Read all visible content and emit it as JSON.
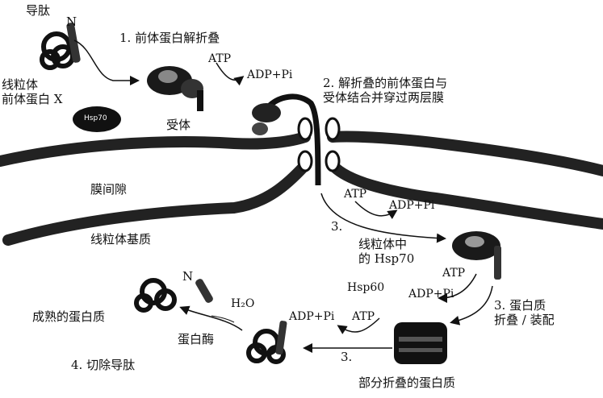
{
  "labels": {
    "daotai_top": "导肽",
    "n_top": "N",
    "precursor_x": "线粒体\n前体蛋白 X",
    "hsp70_cyto": "Hsp70",
    "step1": "1. 前体蛋白解折叠",
    "atp1": "ATP",
    "adp1": "ADP+Pi",
    "step2": "2. 解折叠的前体蛋白与\n受体结合并穿过两层膜",
    "receptor": "受体",
    "intermembrane": "膜间隙",
    "matrix": "线粒体基质",
    "atp2": "ATP",
    "adp2": "ADP+Pi",
    "step3a": "3.",
    "hsp70_matrix": "线粒体中\n的 Hsp70",
    "atp3": "ATP",
    "adp3": "ADP+Pi",
    "step3b": "3. 蛋白质\n折叠 / 装配",
    "hsp60": "Hsp60",
    "adp4": "ADP+Pi",
    "atp4": "ATP",
    "step3c": "3.",
    "partial": "部分折叠的蛋白质",
    "n_bottom": "N",
    "h2o": "H₂O",
    "mature": "成熟的蛋白质",
    "peptidase": "蛋白酶",
    "step4": "4. 切除导肽"
  }
}
